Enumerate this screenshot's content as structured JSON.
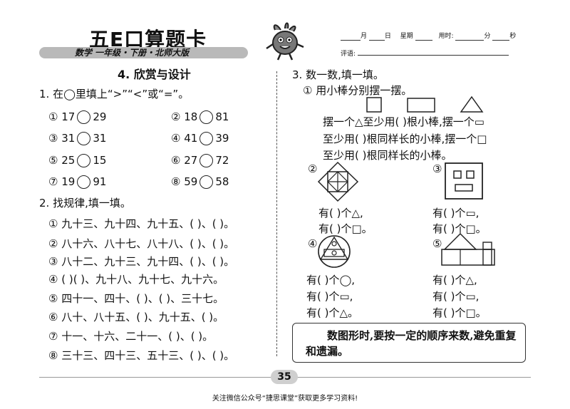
{
  "header": {
    "brand": "五E口算题卡",
    "subtitle": "数学  一年级・下册・北师大版",
    "date_fields": [
      "月",
      "日",
      "星期",
      "用时:",
      "分",
      "秒"
    ],
    "comment_label": "评语:"
  },
  "left": {
    "section_title": "4. 欣赏与设计",
    "q1_title": "1. 在◯里填上“>”“<”或“=”。",
    "q1_items": [
      {
        "idx": "①",
        "a": "17",
        "b": "29"
      },
      {
        "idx": "②",
        "a": "18",
        "b": "81"
      },
      {
        "idx": "③",
        "a": "31",
        "b": "31"
      },
      {
        "idx": "④",
        "a": "41",
        "b": "39"
      },
      {
        "idx": "⑤",
        "a": "25",
        "b": "15"
      },
      {
        "idx": "⑥",
        "a": "27",
        "b": "72"
      },
      {
        "idx": "⑦",
        "a": "19",
        "b": "91"
      },
      {
        "idx": "⑧",
        "a": "59",
        "b": "58"
      }
    ],
    "q2_title": "2. 找规律,填一填。",
    "q2_items": [
      "① 九十三、九十四、九十五、(        )、(        )。",
      "② 八十六、八十七、八十八、(        )、(        )。",
      "③ 八十二、九十三、九十四、(        )、(        )。",
      "④ (      )(      )、九十八、九十七、九十六。",
      "⑤ 四十一、四十、(        )、(        )、三十七。",
      "⑥ 八十、八十五、(        )、九十五、(        )。",
      "⑦ 十一、十六、二十一、(        )、(        )。",
      "⑧ 三十三、四十三、五十三、(        )、(        )。"
    ]
  },
  "right": {
    "q3_title": "3. 数一数,填一填。",
    "sub1_title": "① 用小棒分别摆一摆。",
    "sub1_lines": [
      "摆一个△至少用(       )根小棒,摆一个▭",
      "至少用(       )根同样长的小棒,摆一个□",
      "至少用(       )根同样长的小棒。"
    ],
    "sub2_idx": "②",
    "sub3_idx": "③",
    "sub4_idx": "④",
    "sub5_idx": "⑤",
    "sub2_answers": [
      "有(       )个△,",
      "有(       )个□。"
    ],
    "sub3_answers": [
      "有(       )个▭,",
      "有(       )个□。"
    ],
    "sub4_answers": [
      "有(       )个◯,",
      "有(       )个▭,",
      "有(       )个△。"
    ],
    "sub5_answers": [
      "有(       )个△,",
      "有(       )个▭,",
      "有(       )个□。"
    ],
    "tip": "数图形时,要按一定的顺序来数,避免重复和遗漏。"
  },
  "footer": {
    "page_number": "35",
    "note": "关注微信公众号“捷思课堂”获取更多学习资料!"
  }
}
